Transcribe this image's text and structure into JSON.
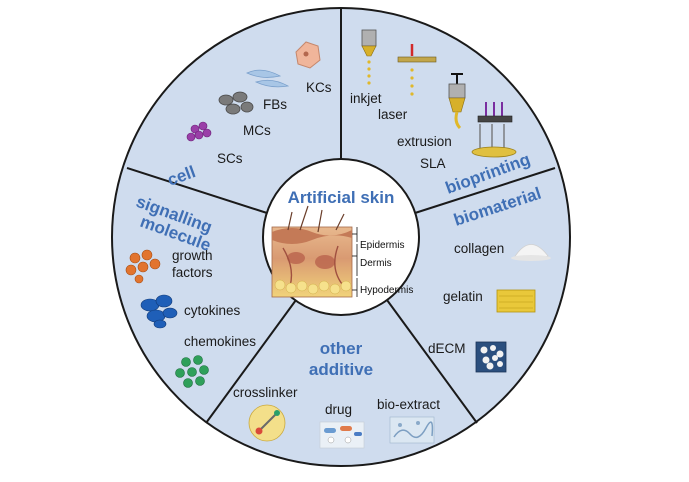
{
  "center": {
    "title": "Artificial skin",
    "layers": [
      "Epidermis",
      "Dermis",
      "Hypodermis"
    ]
  },
  "segments": {
    "cell": {
      "title": "cell",
      "items": [
        "KCs",
        "FBs",
        "MCs",
        "SCs"
      ]
    },
    "bioprinting": {
      "title": "bioprinting",
      "items": [
        "inkjet",
        "laser",
        "extrusion",
        "SLA"
      ]
    },
    "biomaterial": {
      "title": "biomaterial",
      "items": [
        "collagen",
        "gelatin",
        "dECM"
      ]
    },
    "other_additive": {
      "title_line1": "other",
      "title_line2": "additive",
      "items": [
        "crosslinker",
        "drug",
        "bio-extract"
      ]
    },
    "signalling_molecule": {
      "title_line1": "signalling",
      "title_line2": "molecule",
      "items": [
        "growth",
        "factors",
        "cytokines",
        "chemokines"
      ]
    }
  },
  "colors": {
    "ring_fill": "#cfdcee",
    "ring_stroke": "#1a1a1a",
    "title_blue": "#3f6fb5"
  }
}
